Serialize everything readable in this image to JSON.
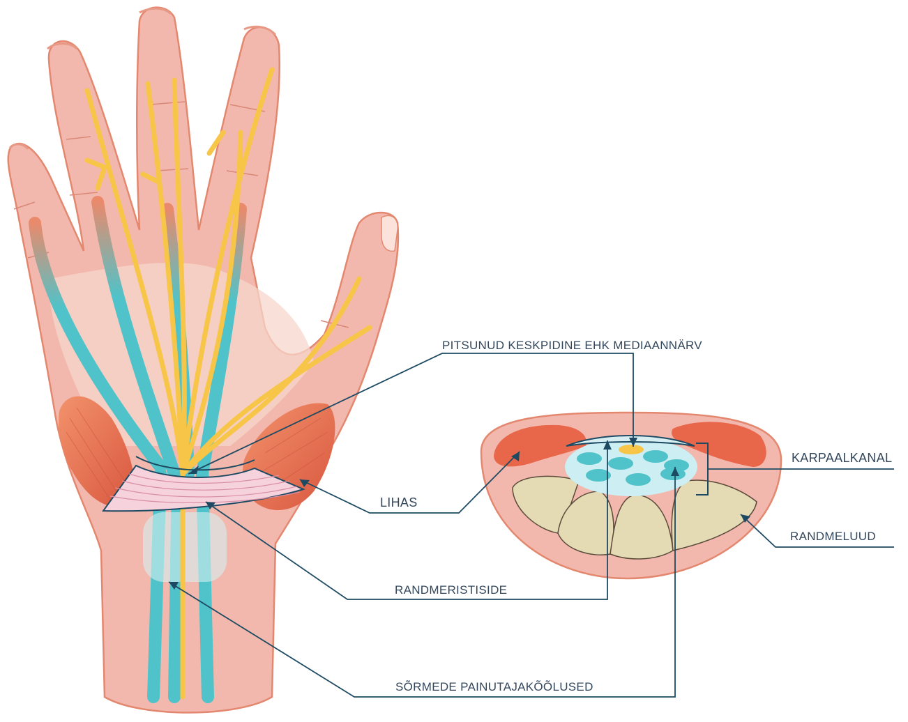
{
  "labels": {
    "median_nerve": "PITSUNUD KESKPIDINE EHK MEDIAANNÄRV",
    "carpal_tunnel": "KARPAALKANAL",
    "muscle": "LIHAS",
    "carpal_bones": "RANDMELUUD",
    "transverse_ligament": "RANDMERISTISIDE",
    "flexor_tendons": "SÕRMEDE PAINUTAJAKÕÕLUSED"
  },
  "colors": {
    "skin": "#f3b8ad",
    "skin_outline": "#e3876f",
    "tendon": "#4fc3c9",
    "nerve": "#f7c548",
    "muscle": "#e8664a",
    "bone": "#e4dab4",
    "ligament": "#f6d2dd",
    "tunnel": "#cdeef2",
    "leader": "#1d4a62"
  }
}
